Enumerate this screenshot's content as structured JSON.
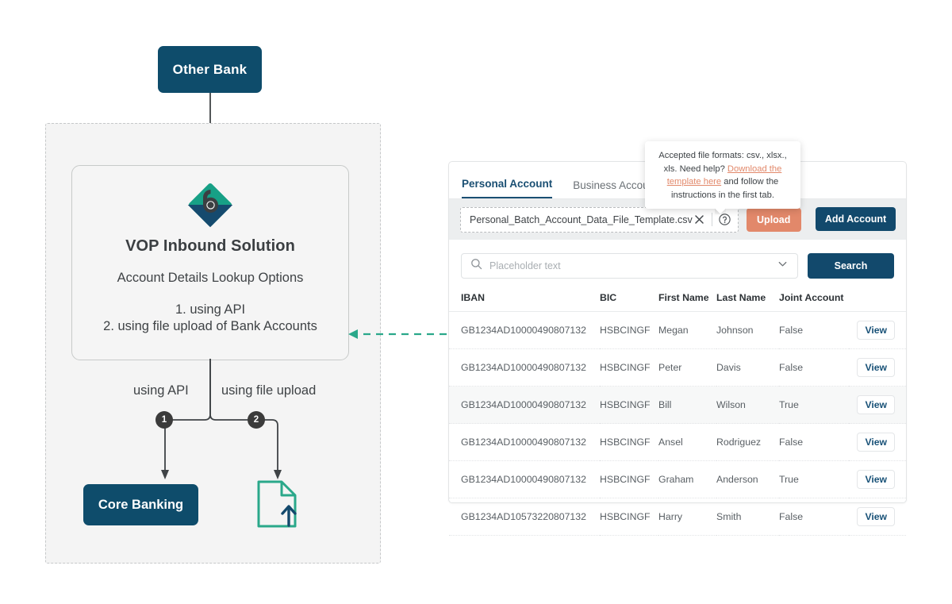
{
  "diagram": {
    "other_bank": "Other Bank",
    "card": {
      "title": "VOP Inbound Solution",
      "subtitle": "Account Details Lookup Options",
      "option_1": "1. using API",
      "option_2": "2. using file upload of Bank Accounts",
      "logo_icon": "bank-b-logo-icon"
    },
    "branch_label_left": "using API",
    "branch_label_right": "using file upload",
    "badge_1": "1",
    "badge_2": "2",
    "core_banking": "Core Banking",
    "file_upload_icon": "file-upload-icon",
    "colors": {
      "navy": "#0e4c6b",
      "teal": "#2aa88a",
      "dark": "#3b3b3b",
      "panel_bg": "#f4f4f4"
    }
  },
  "panel": {
    "tabs": [
      {
        "label": "Personal Account",
        "active": true
      },
      {
        "label": "Business Account",
        "active": false
      }
    ],
    "file_field": {
      "value": "Personal_Batch_Account_Data_File_Template.csv",
      "clear_icon": "close-icon",
      "help_icon": "question-circle-icon"
    },
    "upload_label": "Upload",
    "add_account_label": "Add Account",
    "search": {
      "placeholder": "Placeholder text",
      "search_icon": "search-icon",
      "chevron_icon": "chevron-down-icon",
      "button_label": "Search"
    },
    "table": {
      "columns": [
        "IBAN",
        "BIC",
        "First Name",
        "Last Name",
        "Joint Account",
        ""
      ],
      "action_label": "View",
      "rows": [
        {
          "iban": "GB1234AD10000490807132",
          "bic": "HSBCINGF",
          "first": "Megan",
          "last": "Johnson",
          "joint": "False",
          "action": "View"
        },
        {
          "iban": "GB1234AD10000490807132",
          "bic": "HSBCINGF",
          "first": "Peter",
          "last": "Davis",
          "joint": "False",
          "action": "View"
        },
        {
          "iban": "GB1234AD10000490807132",
          "bic": "HSBCINGF",
          "first": "Bill",
          "last": "Wilson",
          "joint": "True",
          "action": "View"
        },
        {
          "iban": "GB1234AD10000490807132",
          "bic": "HSBCINGF",
          "first": "Ansel",
          "last": "Rodriguez",
          "joint": "False",
          "action": "View"
        },
        {
          "iban": "GB1234AD10000490807132",
          "bic": "HSBCINGF",
          "first": "Graham",
          "last": "Anderson",
          "joint": "True",
          "action": "View"
        },
        {
          "iban": "GB1234AD10573220807132",
          "bic": "HSBCINGF",
          "first": "Harry",
          "last": "Smith",
          "joint": "False",
          "action": "View"
        }
      ]
    },
    "colors": {
      "primary": "#12496c",
      "accent": "#e2886a",
      "link": "#185177"
    }
  },
  "tooltip": {
    "line1": "Accepted file formats: csv., xlsx., xls.",
    "line2_prefix": "Need help? ",
    "link_text": "Download the template here",
    "line2_suffix": " and follow the instructions in the first tab."
  }
}
